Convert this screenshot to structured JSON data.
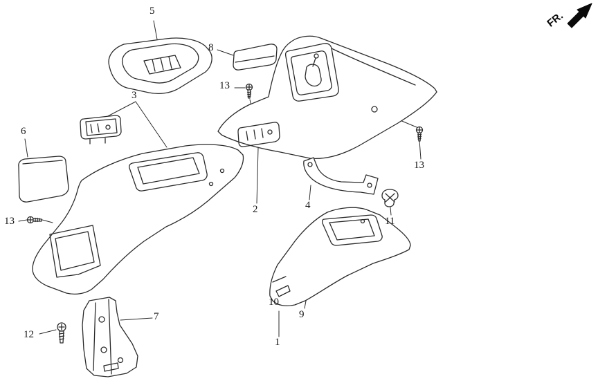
{
  "diagram": {
    "direction_indicator": {
      "label": "FR."
    },
    "callouts": {
      "c1": {
        "label": "1"
      },
      "c2": {
        "label": "2"
      },
      "c3": {
        "label": "3"
      },
      "c4": {
        "label": "4"
      },
      "c5": {
        "label": "5"
      },
      "c6": {
        "label": "6"
      },
      "c7": {
        "label": "7"
      },
      "c8": {
        "label": "8"
      },
      "c9": {
        "label": "9"
      },
      "c10": {
        "label": "10"
      },
      "c11": {
        "label": "11"
      },
      "c12": {
        "label": "12"
      },
      "c13a": {
        "label": "13"
      },
      "c13b": {
        "label": "13"
      },
      "c13c": {
        "label": "13"
      }
    },
    "line_color": "#2a2a2a",
    "background_color": "#ffffff"
  }
}
